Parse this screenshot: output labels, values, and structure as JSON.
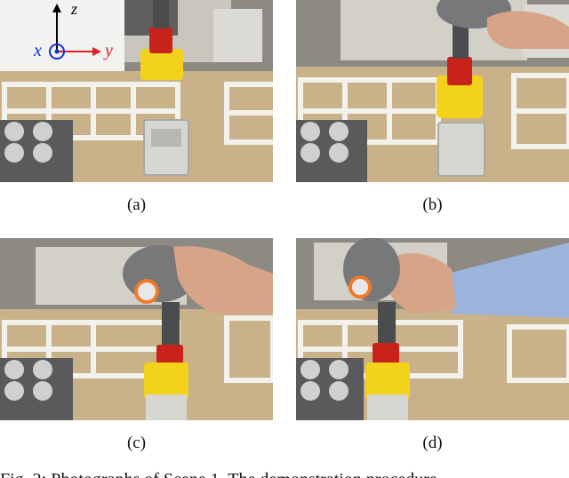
{
  "panels": [
    {
      "id": "a",
      "caption": "(a)"
    },
    {
      "id": "b",
      "caption": "(b)"
    },
    {
      "id": "c",
      "caption": "(c)"
    },
    {
      "id": "d",
      "caption": "(d)"
    }
  ],
  "axes_inset": {
    "z_label": "z",
    "x_label": "x",
    "y_label": "y"
  },
  "figure_caption": "Fig. 2: Photographs of Scene 1. The demonstration procedure",
  "colors": {
    "table": "#c9b28a",
    "frame": "#f3f1ec",
    "fixture_yellow": "#f2d21b",
    "red_part": "#c8221a",
    "gray_box": "#d7d7d2",
    "robot_gray": "#77787a",
    "axis_red": "#e02020",
    "axis_blue": "#1030d0"
  }
}
